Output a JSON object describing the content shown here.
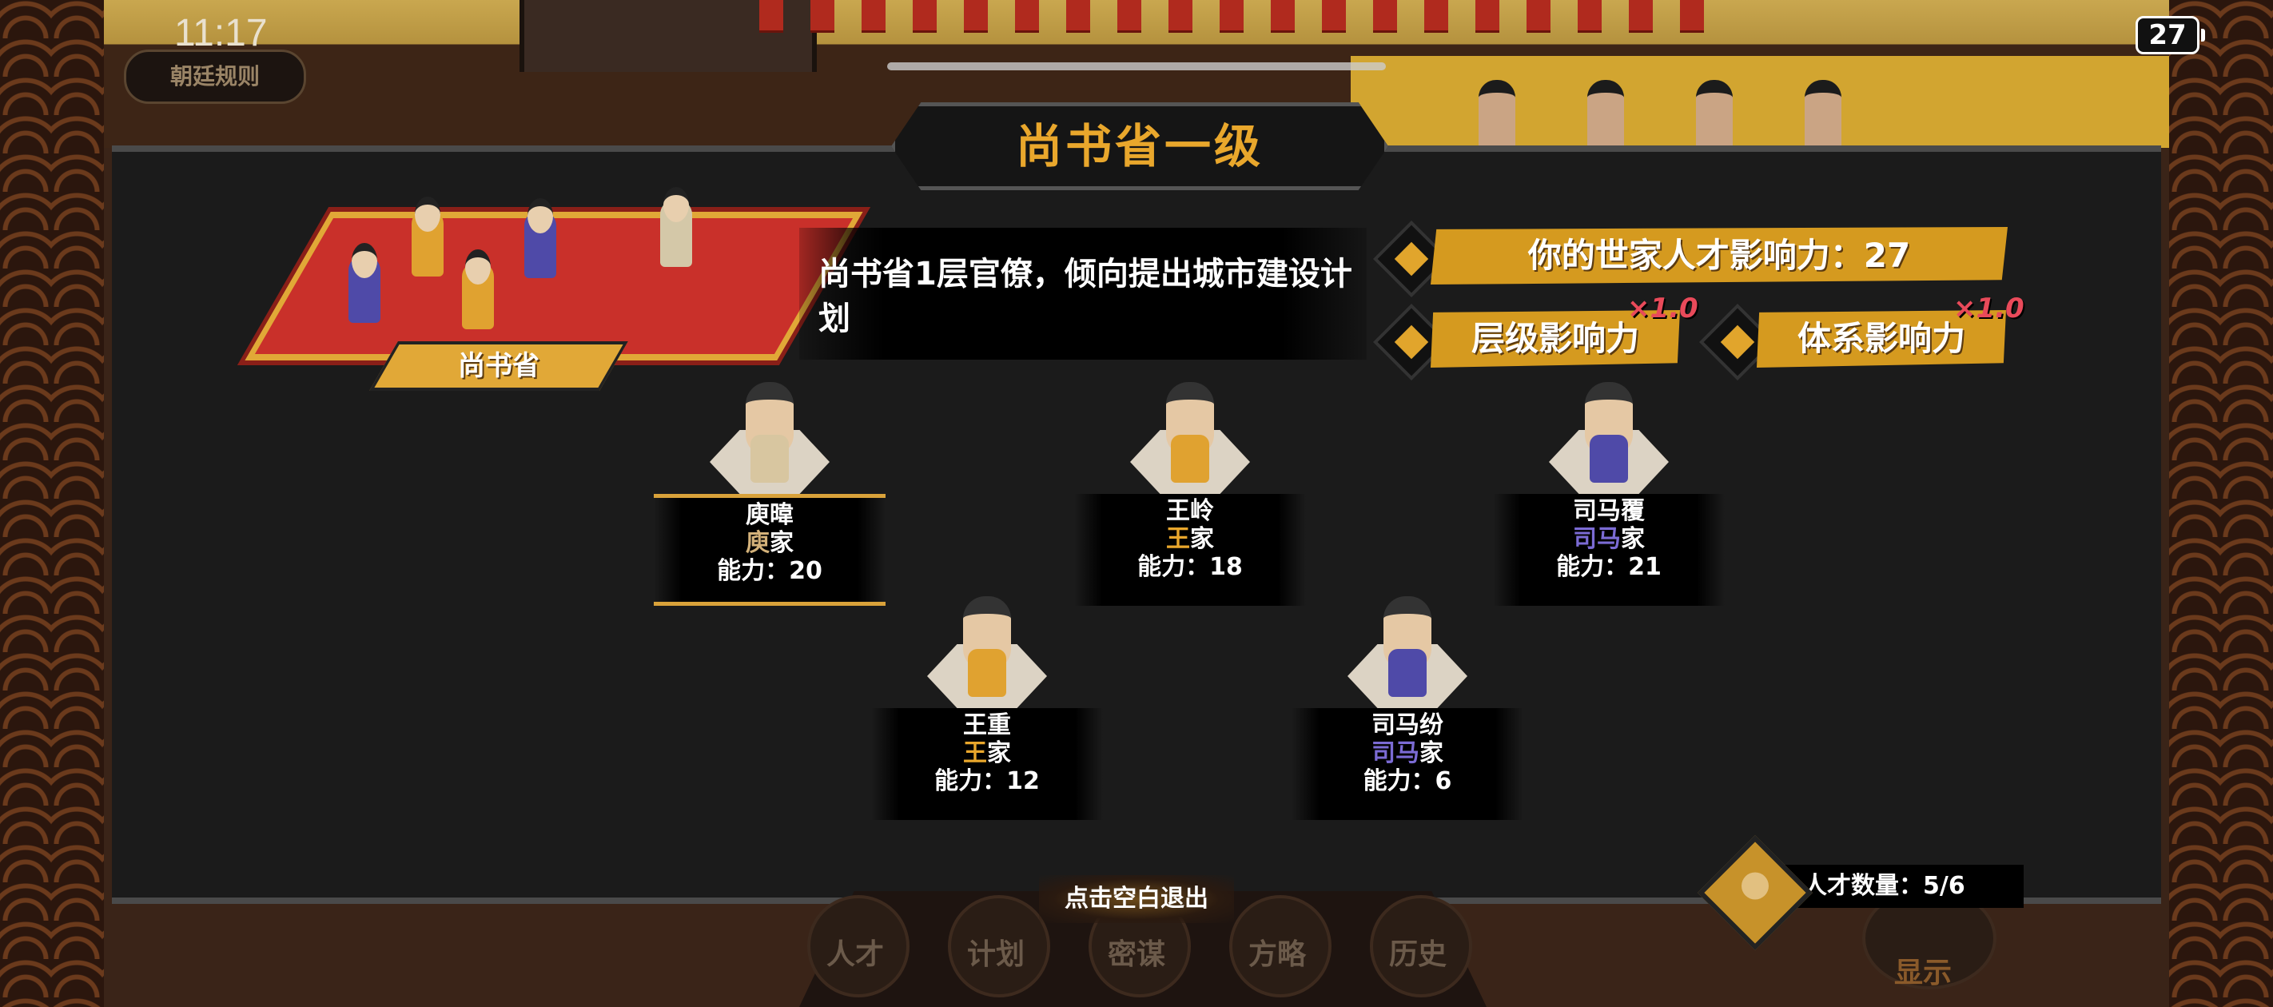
{
  "status_bar": {
    "time": "11:17",
    "battery": "27"
  },
  "rules_button": "朝廷规则",
  "title": "尚书省一级",
  "department": {
    "label": "尚书省",
    "description": "尚书省1层官僚，倾向提出城市建设计划"
  },
  "influence": {
    "family_talent": "你的世家人才影响力：27",
    "level_label": "层级影响力",
    "level_multiplier": "×1.0",
    "system_label": "体系影响力",
    "system_multiplier": "×1.0"
  },
  "talents": [
    {
      "name": "庾暐",
      "family_name": "庾",
      "family_suffix": "家",
      "ability": "能力：20",
      "selected": true
    },
    {
      "name": "王岭",
      "family_name": "王",
      "family_suffix": "家",
      "ability": "能力：18",
      "selected": false
    },
    {
      "name": "司马覆",
      "family_name": "司马",
      "family_suffix": "家",
      "ability": "能力：21",
      "selected": false
    },
    {
      "name": "王重",
      "family_name": "王",
      "family_suffix": "家",
      "ability": "能力：12",
      "selected": false
    },
    {
      "name": "司马纷",
      "family_name": "司马",
      "family_suffix": "家",
      "ability": "能力：6",
      "selected": false
    }
  ],
  "exit_hint": "点击空白退出",
  "talent_count": "人才数量：5/6",
  "bottom_nav": [
    "人才",
    "计划",
    "密谋",
    "方略",
    "历史"
  ],
  "show_label": "显示",
  "colors": {
    "accent": "#e9a72c",
    "wang_family": "#e9a72c",
    "sima_family": "#7b6bd4",
    "carpet": "#c9302a"
  }
}
